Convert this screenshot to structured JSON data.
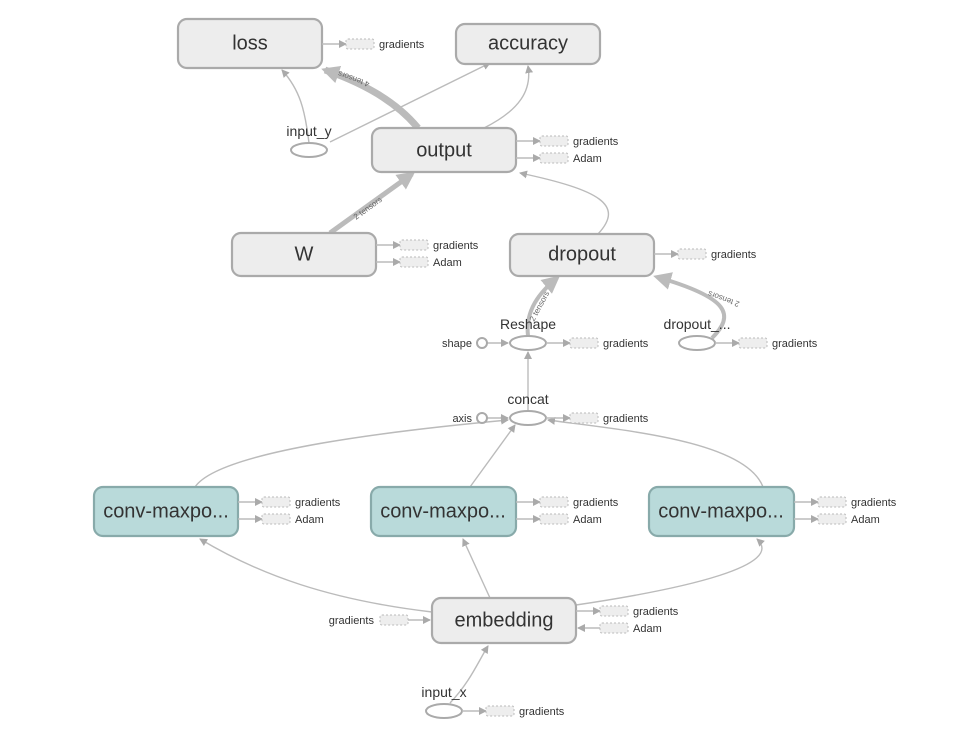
{
  "nodes": {
    "loss": "loss",
    "accuracy": "accuracy",
    "output": "output",
    "W": "W",
    "dropout": "dropout",
    "conv1": "conv-maxpo...",
    "conv2": "conv-maxpo...",
    "conv3": "conv-maxpo...",
    "embedding": "embedding",
    "input_y": "input_y",
    "reshape": "Reshape",
    "dropout_": "dropout_...",
    "concat": "concat",
    "input_x": "input_x",
    "shape": "shape",
    "axis": "axis"
  },
  "aux": {
    "gradients": "gradients",
    "adam": "Adam"
  },
  "edge_labels": {
    "e4": "4 tensors",
    "e2": "2 tensors"
  },
  "colors": {
    "node_fill": "#ededed",
    "conv_fill": "#b9dada",
    "edge": "#bbbbbb"
  }
}
